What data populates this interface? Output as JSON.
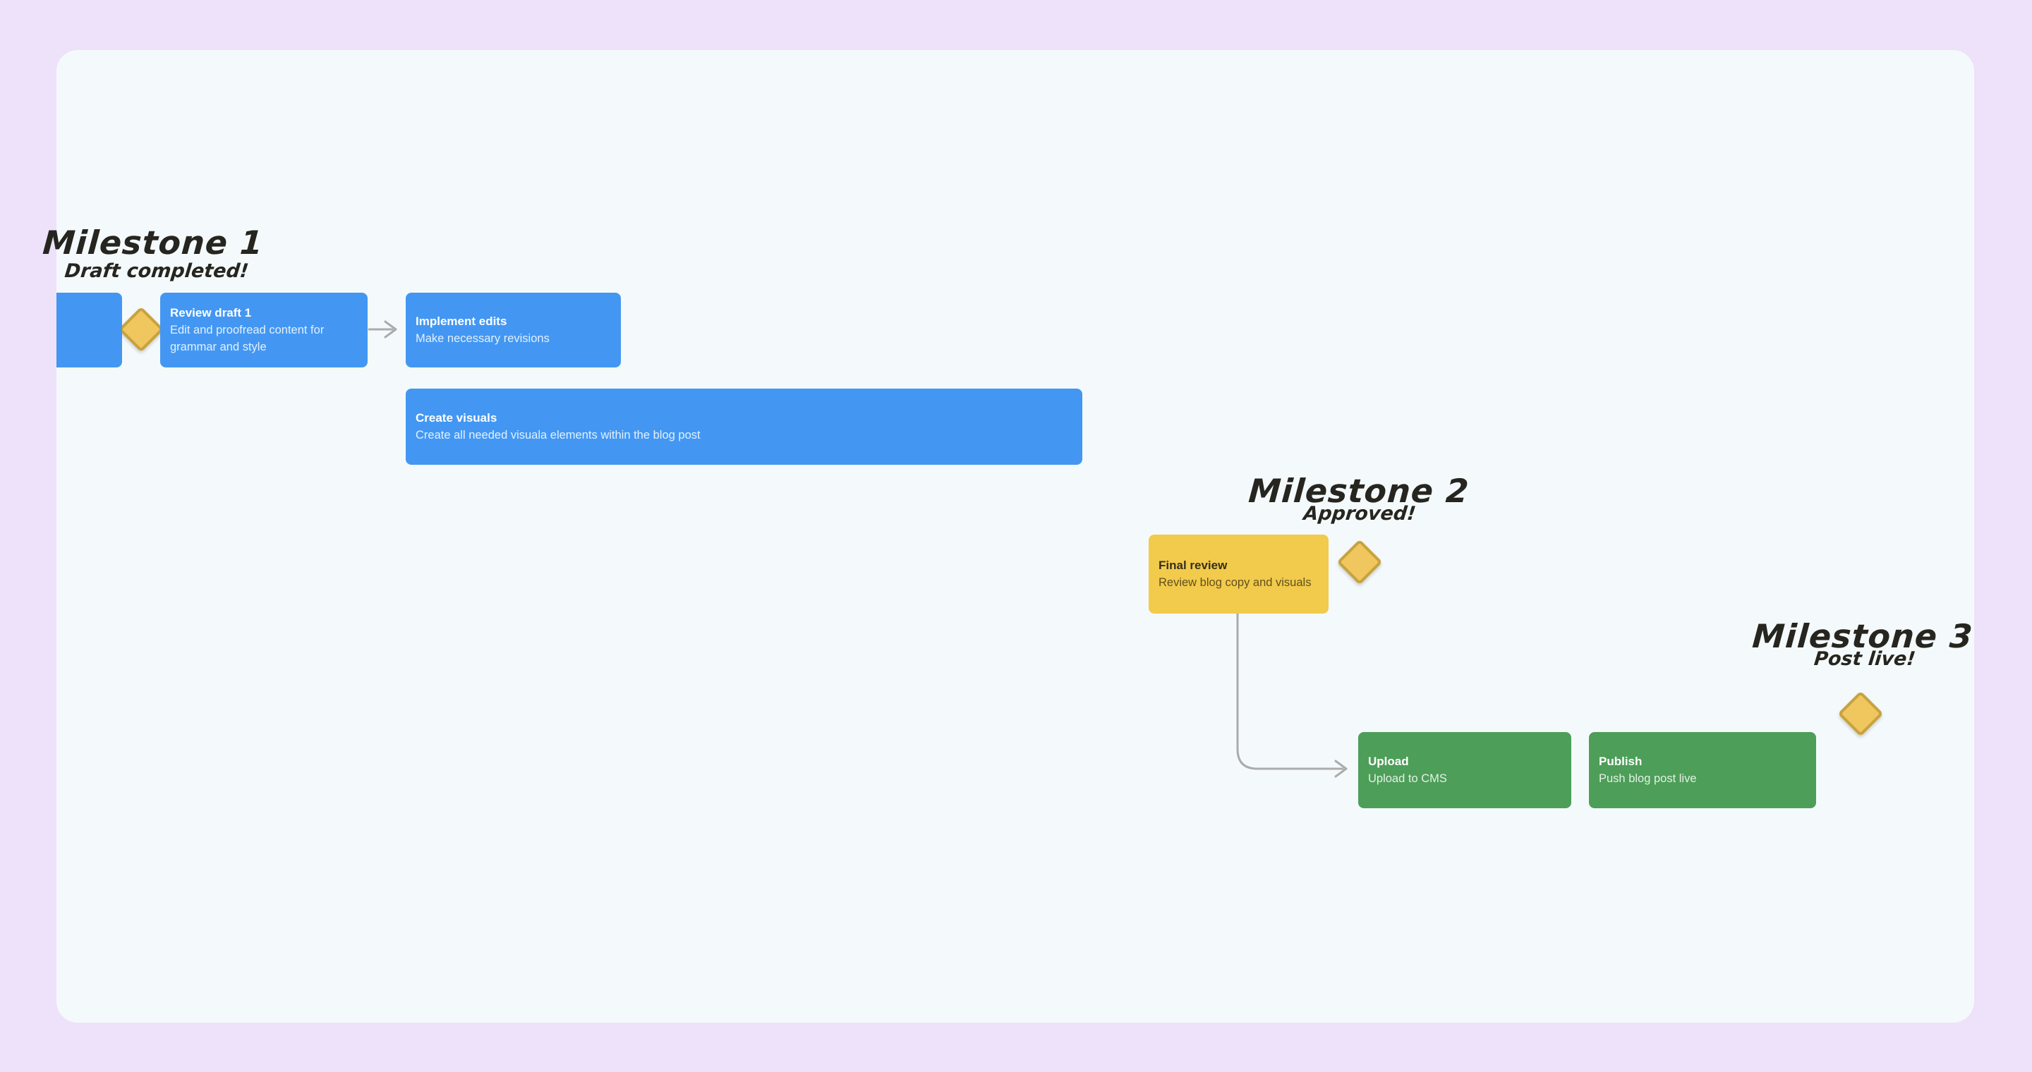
{
  "colors": {
    "outer_background": "#EEE1FA",
    "canvas_background": "#F4FAFB",
    "task_blue": "#4397F3",
    "task_yellow": "#F2CA4C",
    "task_green": "#4D9E58",
    "diamond_fill": "#F0C75E",
    "diamond_border": "#C9A23E",
    "connector_gray": "#ABABAB",
    "milestone_text": "#26251F"
  },
  "milestones": [
    {
      "title": "Milestone 1",
      "subtitle": "Draft completed!"
    },
    {
      "title": "Milestone 2",
      "subtitle": "Approved!"
    },
    {
      "title": "Milestone 3",
      "subtitle": "Post live!"
    }
  ],
  "tasks": [
    {
      "title": "",
      "description": "",
      "color": "blue"
    },
    {
      "title": "Review draft 1",
      "description": "Edit and proofread content for grammar and style",
      "color": "blue"
    },
    {
      "title": "Implement edits",
      "description": "Make necessary revisions",
      "color": "blue"
    },
    {
      "title": "Create visuals",
      "description": "Create all needed visuala elements within the blog post",
      "color": "blue"
    },
    {
      "title": "Final review",
      "description": "Review blog copy and visuals",
      "color": "yellow"
    },
    {
      "title": "Upload",
      "description": "Upload to CMS",
      "color": "green"
    },
    {
      "title": "Publish",
      "description": "Push blog post live",
      "color": "green"
    }
  ]
}
